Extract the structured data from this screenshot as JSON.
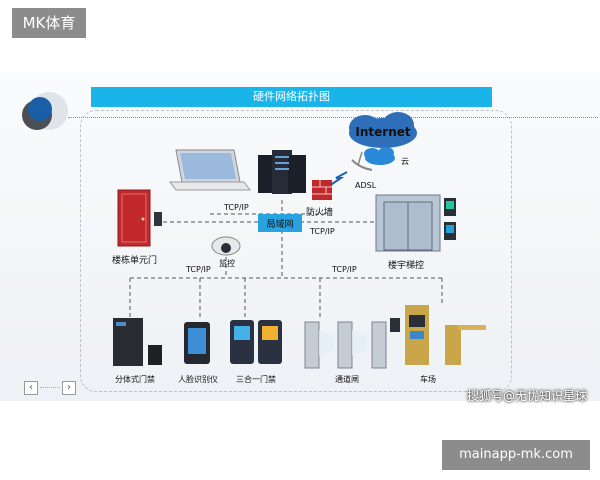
{
  "header": {
    "brand": "MK体育"
  },
  "footer": {
    "site": "mainapp-mk.com",
    "watermark": "搜狐号@无忧知识星球"
  },
  "nav": {
    "prev": "‹",
    "next": "›"
  },
  "diagram": {
    "title": "硬件网络拓扑图",
    "cloud": {
      "internet": "Internet",
      "cloud": "云"
    },
    "links": {
      "adsl": "ADSL",
      "tcpip": "TCP/IP"
    },
    "nodes": {
      "firewall": "防火墙",
      "lan": "局域网",
      "unit_door": "楼栋单元门",
      "elevator": "楼宇梯控",
      "camera": "监控",
      "split_access": "分体式门禁",
      "face_recognition": "人脸识别仪",
      "three_in_one": "三合一门禁",
      "gate_channel": "通道闸",
      "parking": "车场"
    },
    "colors": {
      "title_bar": "#19b5ea",
      "cloud": "#2f6fba",
      "door": "#c0282b",
      "lan_box": "#29a3e0"
    }
  }
}
